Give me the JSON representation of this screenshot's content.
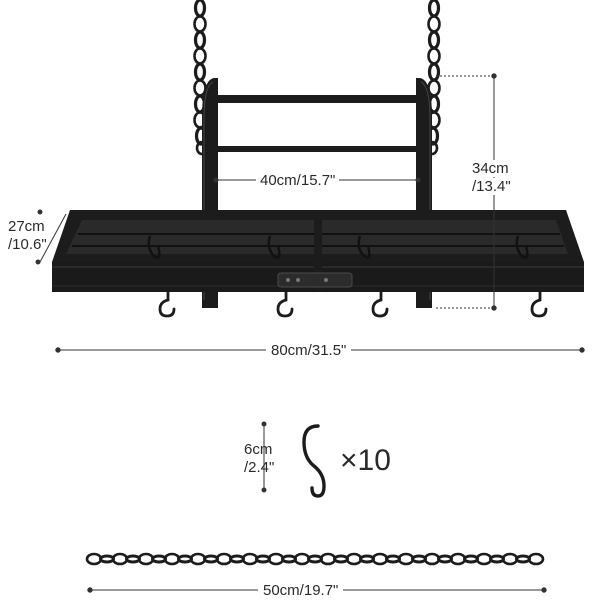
{
  "labels": {
    "inner_width": "40cm/15.7\"",
    "height_cm": "34cm",
    "height_in": "/13.4\"",
    "depth_cm": "27cm",
    "depth_in": "/10.6\"",
    "length": "80cm/31.5\"",
    "hook_cm": "6cm",
    "hook_in": "/2.4\"",
    "hook_qty": "×10",
    "chain_length": "50cm/19.7\""
  },
  "colors": {
    "frame": "#1c1c1c",
    "frame_highlight": "#3a3a3a",
    "dimension_line": "#333333",
    "background": "#ffffff"
  },
  "icons": [
    "hanging-chain-icon",
    "s-hook-icon",
    "chain-link-icon"
  ]
}
